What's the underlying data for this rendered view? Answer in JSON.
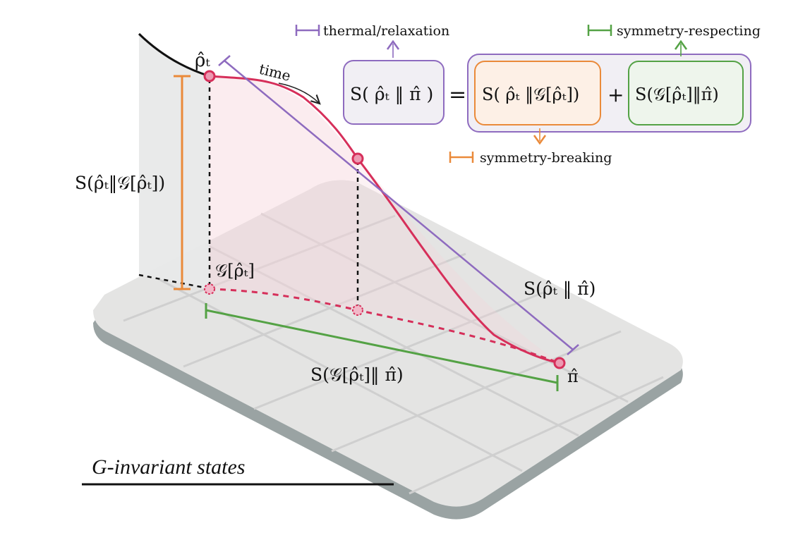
{
  "labels": {
    "rho_t": "ρ̂ₜ",
    "time": "time",
    "G_rho_t": "𝒢[ρ̂ₜ]",
    "pi_hat": "π̂",
    "left_bracket_label": "S(ρ̂ₜ‖𝒢[ρ̂ₜ])",
    "diagonal_label": "S(ρ̂ₜ ‖ π̂)",
    "bottom_label": "S(𝒢[ρ̂ₜ]‖ π̂)",
    "plane_label": "G-invariant states"
  },
  "equation": {
    "lhs": "S( ρ̂ₜ ‖ π̂ )",
    "equals": "=",
    "term1": "S( ρ̂ₜ ‖𝒢[ρ̂ₜ])",
    "plus": "+",
    "term2": "S(𝒢[ρ̂ₜ]‖π̂)"
  },
  "legend": {
    "thermal": "thermal/relaxation",
    "symmetry_respecting": "symmetry-respecting",
    "symmetry_breaking": "symmetry-breaking"
  },
  "colors": {
    "purple": "#8e6bbf",
    "orange": "#ea8a3a",
    "green": "#54a245",
    "red": "#d62f5a",
    "pink_fill": "#ec9ab2"
  }
}
